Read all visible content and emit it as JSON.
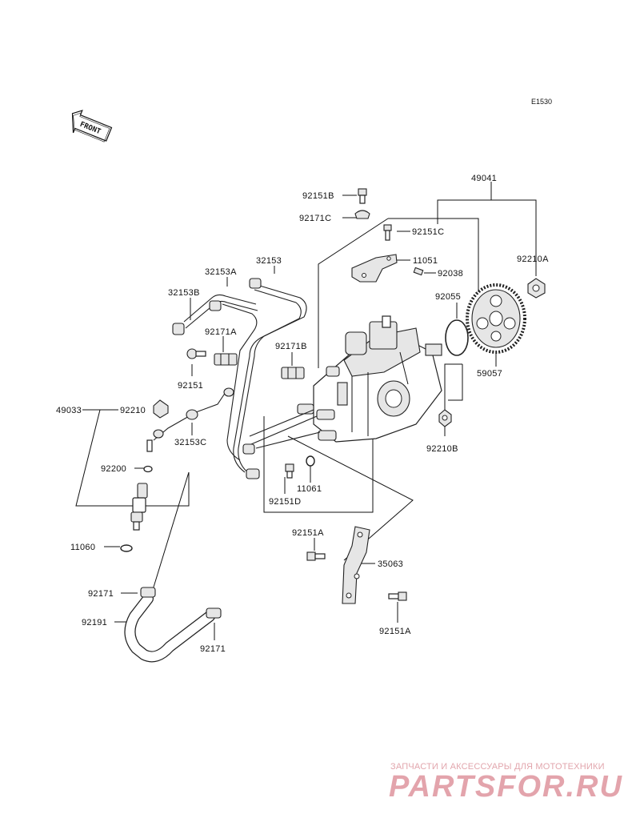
{
  "diagram_code": "E1530",
  "front_label": "FRONT",
  "parts": {
    "p49041": "49041",
    "p92151B": "92151B",
    "p92171C": "92171C",
    "p92151C": "92151C",
    "p11051": "11051",
    "p92038": "92038",
    "p92210A": "92210A",
    "p32153A": "32153A",
    "p32153": "32153",
    "p32153B": "32153B",
    "p92171A": "92171A",
    "p92171B": "92171B",
    "p92151": "92151",
    "p92055": "92055",
    "p59057": "59057",
    "p49033": "49033",
    "p92210": "92210",
    "p32153C": "32153C",
    "p92200": "92200",
    "p92210B": "92210B",
    "p11061": "11061",
    "p92151D": "92151D",
    "p11060": "11060",
    "p92151A_top": "92151A",
    "p35063": "35063",
    "p92171_left": "92171",
    "p92191": "92191",
    "p92171_bottom": "92171",
    "p92151A_bottom": "92151A"
  },
  "watermark": {
    "caption": "ЗАПЧАСТИ И АКСЕССУАРЫ ДЛЯ МОТОТЕХНИКИ",
    "logo": "PARTSFOR.RU"
  }
}
